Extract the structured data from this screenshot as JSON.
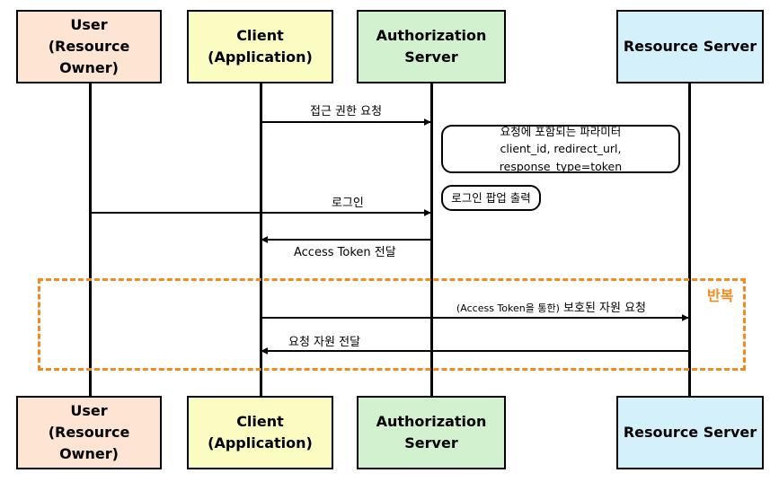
{
  "participants": {
    "user": {
      "line1": "User",
      "line2": "(Resource Owner)"
    },
    "client": {
      "line1": "Client",
      "line2": "(Application)"
    },
    "auth": {
      "line1": "Authorization Server"
    },
    "resource": {
      "line1": "Resource Server"
    }
  },
  "messages": {
    "access_request": "접근 권한 요청",
    "login": "로그인",
    "token_delivery": "Access Token 전달",
    "protected_request_prefix": "(Access Token을 통한)",
    "protected_request": " 보호된 자원 요청",
    "resource_delivery": "요청 자원 전달"
  },
  "notes": {
    "params_title": "요청에 포함되는 파라미터",
    "params_list": "client_id, redirect_url, response_type=token",
    "login_popup": "로그인 팝업 출력"
  },
  "loop": {
    "label": "반복",
    "color": "#f28a1e"
  },
  "colors": {
    "user": "#fde4d3",
    "client": "#fafcc2",
    "auth": "#d2f2cf",
    "resource": "#d4f1fb"
  }
}
